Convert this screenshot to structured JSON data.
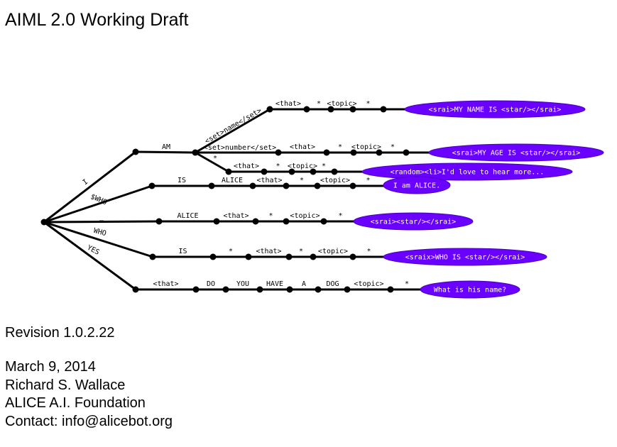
{
  "title": "AIML 2.0 Working Draft",
  "revision": "Revision 1.0.2.22",
  "date": "March 9, 2014",
  "author": "Richard S. Wallace",
  "organization": "ALICE A.I. Foundation",
  "contact": "Contact: info@alicebot.org",
  "colors": {
    "bubble": "#6a00ff",
    "bubble_text": "#ffffff",
    "lines": "#000000"
  },
  "diagram": {
    "edge_labels": {
      "i": "I",
      "who_set": "$WHO",
      "underscore": "_",
      "who": "WHO",
      "yes": "YES",
      "am": "AM",
      "set_name": "<set>name</set>",
      "set_number": "<set>number</set>",
      "star": "*"
    },
    "paths": [
      {
        "labels": [
          "<that>",
          "*",
          "<topic>",
          "*"
        ],
        "output": "<srai>MY NAME IS <star/></srai>"
      },
      {
        "labels": [
          "<that>",
          "*",
          "<topic>",
          "*"
        ],
        "output": "<srai>MY AGE IS <star/></srai>"
      },
      {
        "labels": [
          "<that>",
          "*",
          "<topic>",
          "*"
        ],
        "output": "<random><li>I'd love to hear more..."
      },
      {
        "labels": [
          "IS",
          "ALICE",
          "<that>",
          "*",
          "<topic>",
          "*"
        ],
        "output": "I am ALICE."
      },
      {
        "labels": [
          "ALICE",
          "<that>",
          "*",
          "<topic>",
          "*"
        ],
        "output": "<srai><star/></srai>"
      },
      {
        "labels": [
          "IS",
          "*",
          "<that>",
          "*",
          "<topic>",
          "*"
        ],
        "output": "<sraix>WHO IS <star/></srai>"
      },
      {
        "labels": [
          "<that>",
          "DO",
          "YOU",
          "HAVE",
          "A",
          "DOG",
          "<topic>",
          "*"
        ],
        "output": "What is his name?"
      }
    ]
  }
}
